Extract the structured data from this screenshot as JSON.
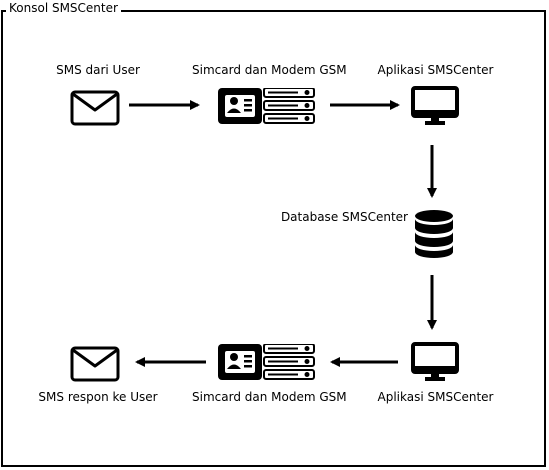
{
  "frame": {
    "title": "Konsol SMSCenter"
  },
  "nodes": {
    "sms_user": {
      "label": "SMS dari User",
      "icon": "envelope-icon"
    },
    "modem_top": {
      "label": "Simcard dan Modem GSM",
      "icon": "simcard-modem-icon"
    },
    "app_top": {
      "label": "Aplikasi SMSCenter",
      "icon": "monitor-icon"
    },
    "database": {
      "label": "Database SMSCenter",
      "icon": "database-icon"
    },
    "app_bottom": {
      "label": "Aplikasi SMSCenter",
      "icon": "monitor-icon"
    },
    "modem_bottom": {
      "label": "Simcard dan Modem GSM",
      "icon": "simcard-modem-icon"
    },
    "sms_reply": {
      "label": "SMS respon ke User",
      "icon": "envelope-icon"
    }
  },
  "colors": {
    "stroke": "#000000",
    "background": "#ffffff"
  }
}
